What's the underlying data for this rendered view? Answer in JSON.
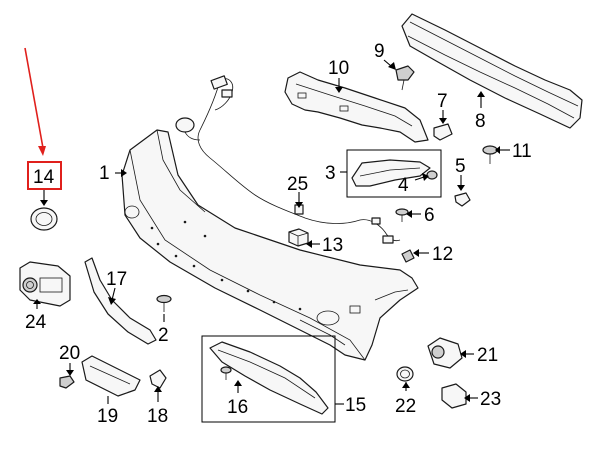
{
  "diagram": {
    "callouts": {
      "c1": "1",
      "c2": "2",
      "c3": "3",
      "c4": "4",
      "c5": "5",
      "c6": "6",
      "c7": "7",
      "c8": "8",
      "c9": "9",
      "c10": "10",
      "c11": "11",
      "c12": "12",
      "c13": "13",
      "c14": "14",
      "c15": "15",
      "c16": "16",
      "c17": "17",
      "c18": "18",
      "c19": "19",
      "c20": "20",
      "c21": "21",
      "c22": "22",
      "c23": "23",
      "c24": "24",
      "c25": "25"
    },
    "highlight": {
      "part": "14",
      "color": "#e0201c"
    },
    "colors": {
      "line": "#000000",
      "part_fill": "#f7f7f7",
      "shade": "#cfcfcf"
    }
  }
}
